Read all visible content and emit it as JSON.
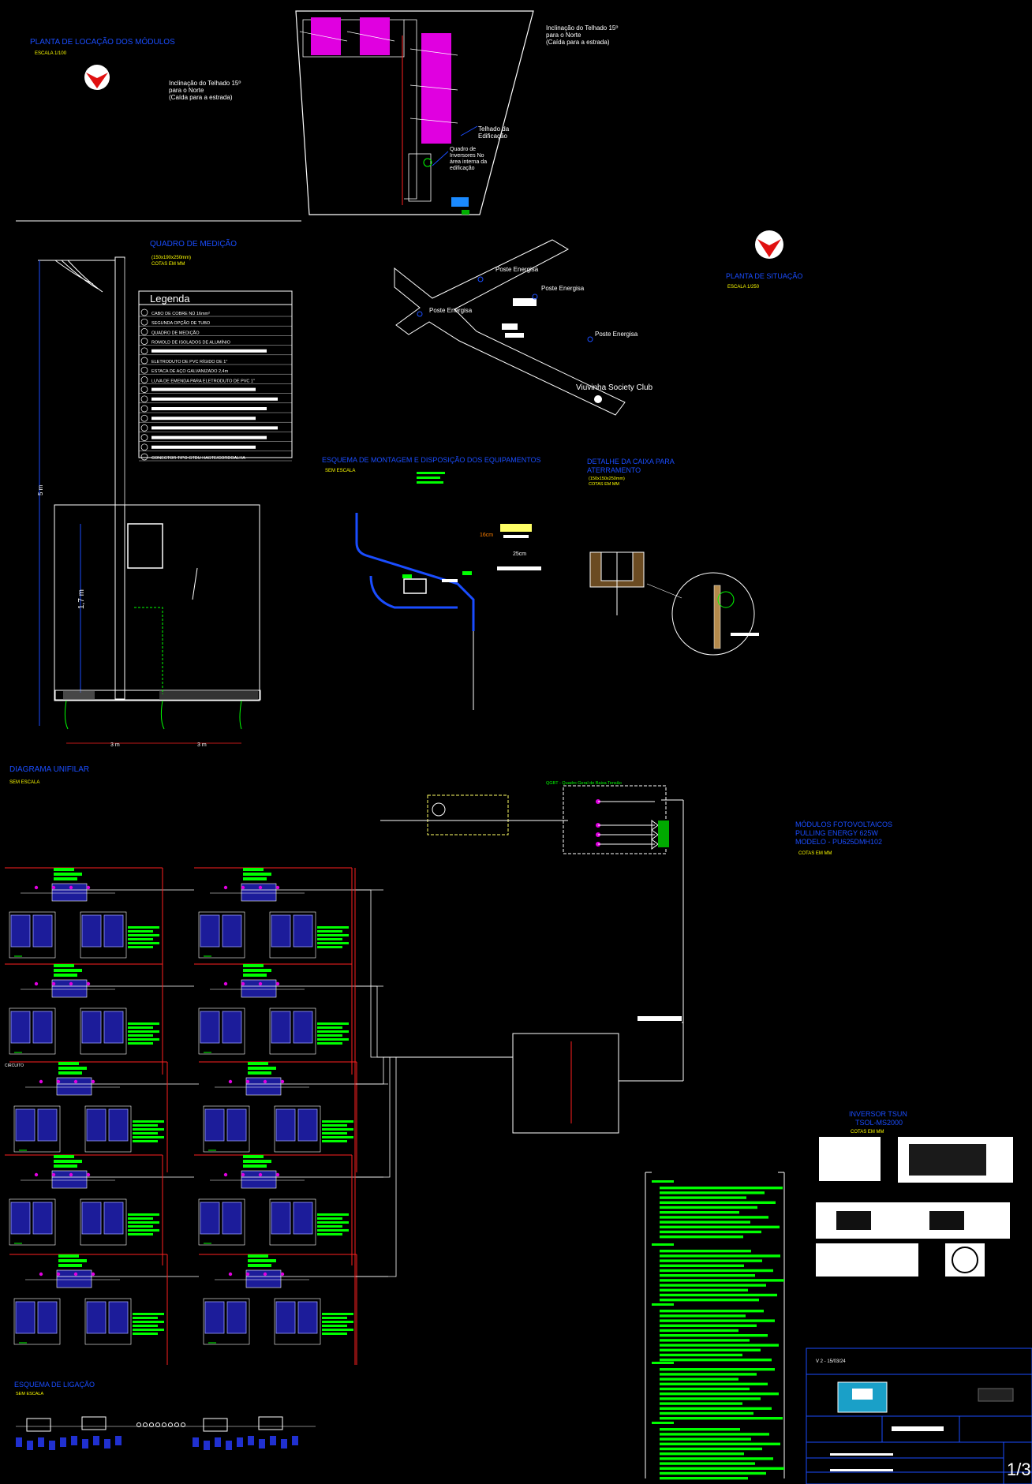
{
  "colors": {
    "background": "#000000",
    "title_blue": "#1a4dff",
    "scale_yellow": "#ffff00",
    "module_magenta": "#e000e0",
    "highlight_green": "#00ff00",
    "line_red": "#ff2020"
  },
  "titles": {
    "planta_modulos": "PLANTA DE LOCAÇÃO DOS MÓDULOS",
    "planta_modulos_scale": "ESCALA 1/100",
    "quadro_medicao": "QUADRO DE MEDIÇÃO",
    "quadro_medicao_dims": "(150x190x250mm)",
    "quadro_medicao_cotas": "COTAS EM MM",
    "planta_situacao": "PLANTA DE SITUAÇÃO",
    "planta_situacao_scale": "ESCALA 1/250",
    "esquema_montagem": "ESQUEMA DE MONTAGEM E DISPOSIÇÃO DOS EQUIPAMENTOS",
    "esquema_montagem_scale": "SEM ESCALA",
    "detalhe_caixa_1": "DETALHE DA CAIXA PARA",
    "detalhe_caixa_2": "ATERRAMENTO",
    "detalhe_caixa_dims": "(150x150x250mm)",
    "detalhe_caixa_cotas": "COTAS EM MM",
    "diagrama_unifilar": "DIAGRAMA UNIFILAR",
    "diagrama_unifilar_scale": "SEM ESCALA",
    "modulos_1": "MÓDULOS FOTOVOLTAICOS",
    "modulos_2": "PULLING ENERGY 625W",
    "modulos_3": "MODELO - PU625DMH102",
    "modulos_cotas": "COTAS EM MM",
    "inversor_1": "INVERSOR TSUN",
    "inversor_2": "TSOL-MS2000",
    "inversor_cotas": "COTAS EM MM",
    "esquema_ligacao": "ESQUEMA DE LIGAÇÃO",
    "esquema_ligacao_scale": "SEM ESCALA"
  },
  "annotations": {
    "inclinacao_1": "Inclinação do Telhado 15º",
    "inclinacao_2": "para o Norte",
    "inclinacao_3": "(Caída para a estrada)",
    "telhado_1": "Telhado da",
    "telhado_2": "Edificação",
    "quadro_inv_1": "Quadro de",
    "quadro_inv_2": "Inversores No",
    "quadro_inv_3": "área interna da",
    "quadro_inv_4": "edificação",
    "dim_5m": "5 m",
    "dim_17m": "1,7 m",
    "dim_3m_a": "3 m",
    "dim_3m_b": "3 m",
    "poste_1": "Poste Energisa",
    "poste_2": "Poste Energisa",
    "poste_3": "Poste Energisa",
    "club": "Viuvinha Society Club",
    "dim_16cm": "16cm",
    "dim_25cm": "25cm",
    "qgbt_label": "QGBT - Quadro Geral de Baixa Tensão",
    "circuito": "CIRCUITO",
    "version": "V 2 - 15/03/24",
    "sheet": "1/3"
  },
  "legend": {
    "title": "Legenda",
    "items": [
      "CABO DE COBRE NÚ 16mm²",
      "SEGUNDA OPÇÃO DE TUBO",
      "QUADRO DE MEDIÇÃO",
      "ROMOLD DE ISOLADOS DE ALUMÍNIO",
      "",
      "ELETRODUTO DE PVC RÍGIDO DE 1\"",
      "ESTACA DE AÇO GALVANIZADO 2,4m",
      "LUVA DE EMENDA PARA ELETRODUTO DE PVC 1\"",
      "",
      "",
      "",
      "",
      "",
      "",
      "",
      "CONECTOR TIPO GTDU HASTE/CORDOALHA"
    ]
  }
}
